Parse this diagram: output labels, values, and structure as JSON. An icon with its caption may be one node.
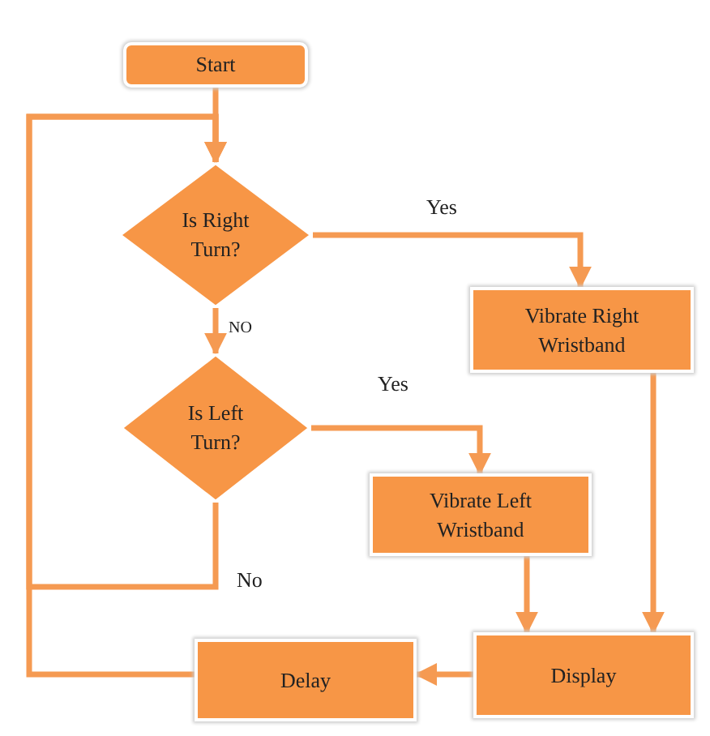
{
  "diagram": {
    "nodes": [
      {
        "text": [
          "Start"
        ]
      },
      {
        "text": [
          "Is Right Turn?"
        ]
      },
      {
        "text": [
          "Is Left Turn?"
        ]
      },
      {
        "text": [
          "Vibrate Right Wristband"
        ]
      },
      {
        "text": [
          "Vibrate Left Wristband"
        ]
      },
      {
        "text": [
          "Display"
        ]
      },
      {
        "text": [
          "Delay"
        ]
      }
    ],
    "edges": [
      {
        "from": 0,
        "to": 1,
        "arrow": "to"
      },
      {
        "from": 1,
        "to": 3,
        "arrow": "to",
        "label": "Yes"
      },
      {
        "from": 1,
        "to": 2,
        "arrow": "to",
        "label": "NO"
      },
      {
        "from": 2,
        "to": 4,
        "arrow": "to",
        "label": "Yes"
      },
      {
        "from": 2,
        "to": 1,
        "arrow": "to",
        "label": "No"
      },
      {
        "from": 3,
        "to": 5,
        "arrow": "to"
      },
      {
        "from": 4,
        "to": 5,
        "arrow": "to"
      },
      {
        "from": 5,
        "to": 6,
        "arrow": "to"
      },
      {
        "from": 6,
        "to": 1,
        "arrow": "to"
      }
    ]
  }
}
